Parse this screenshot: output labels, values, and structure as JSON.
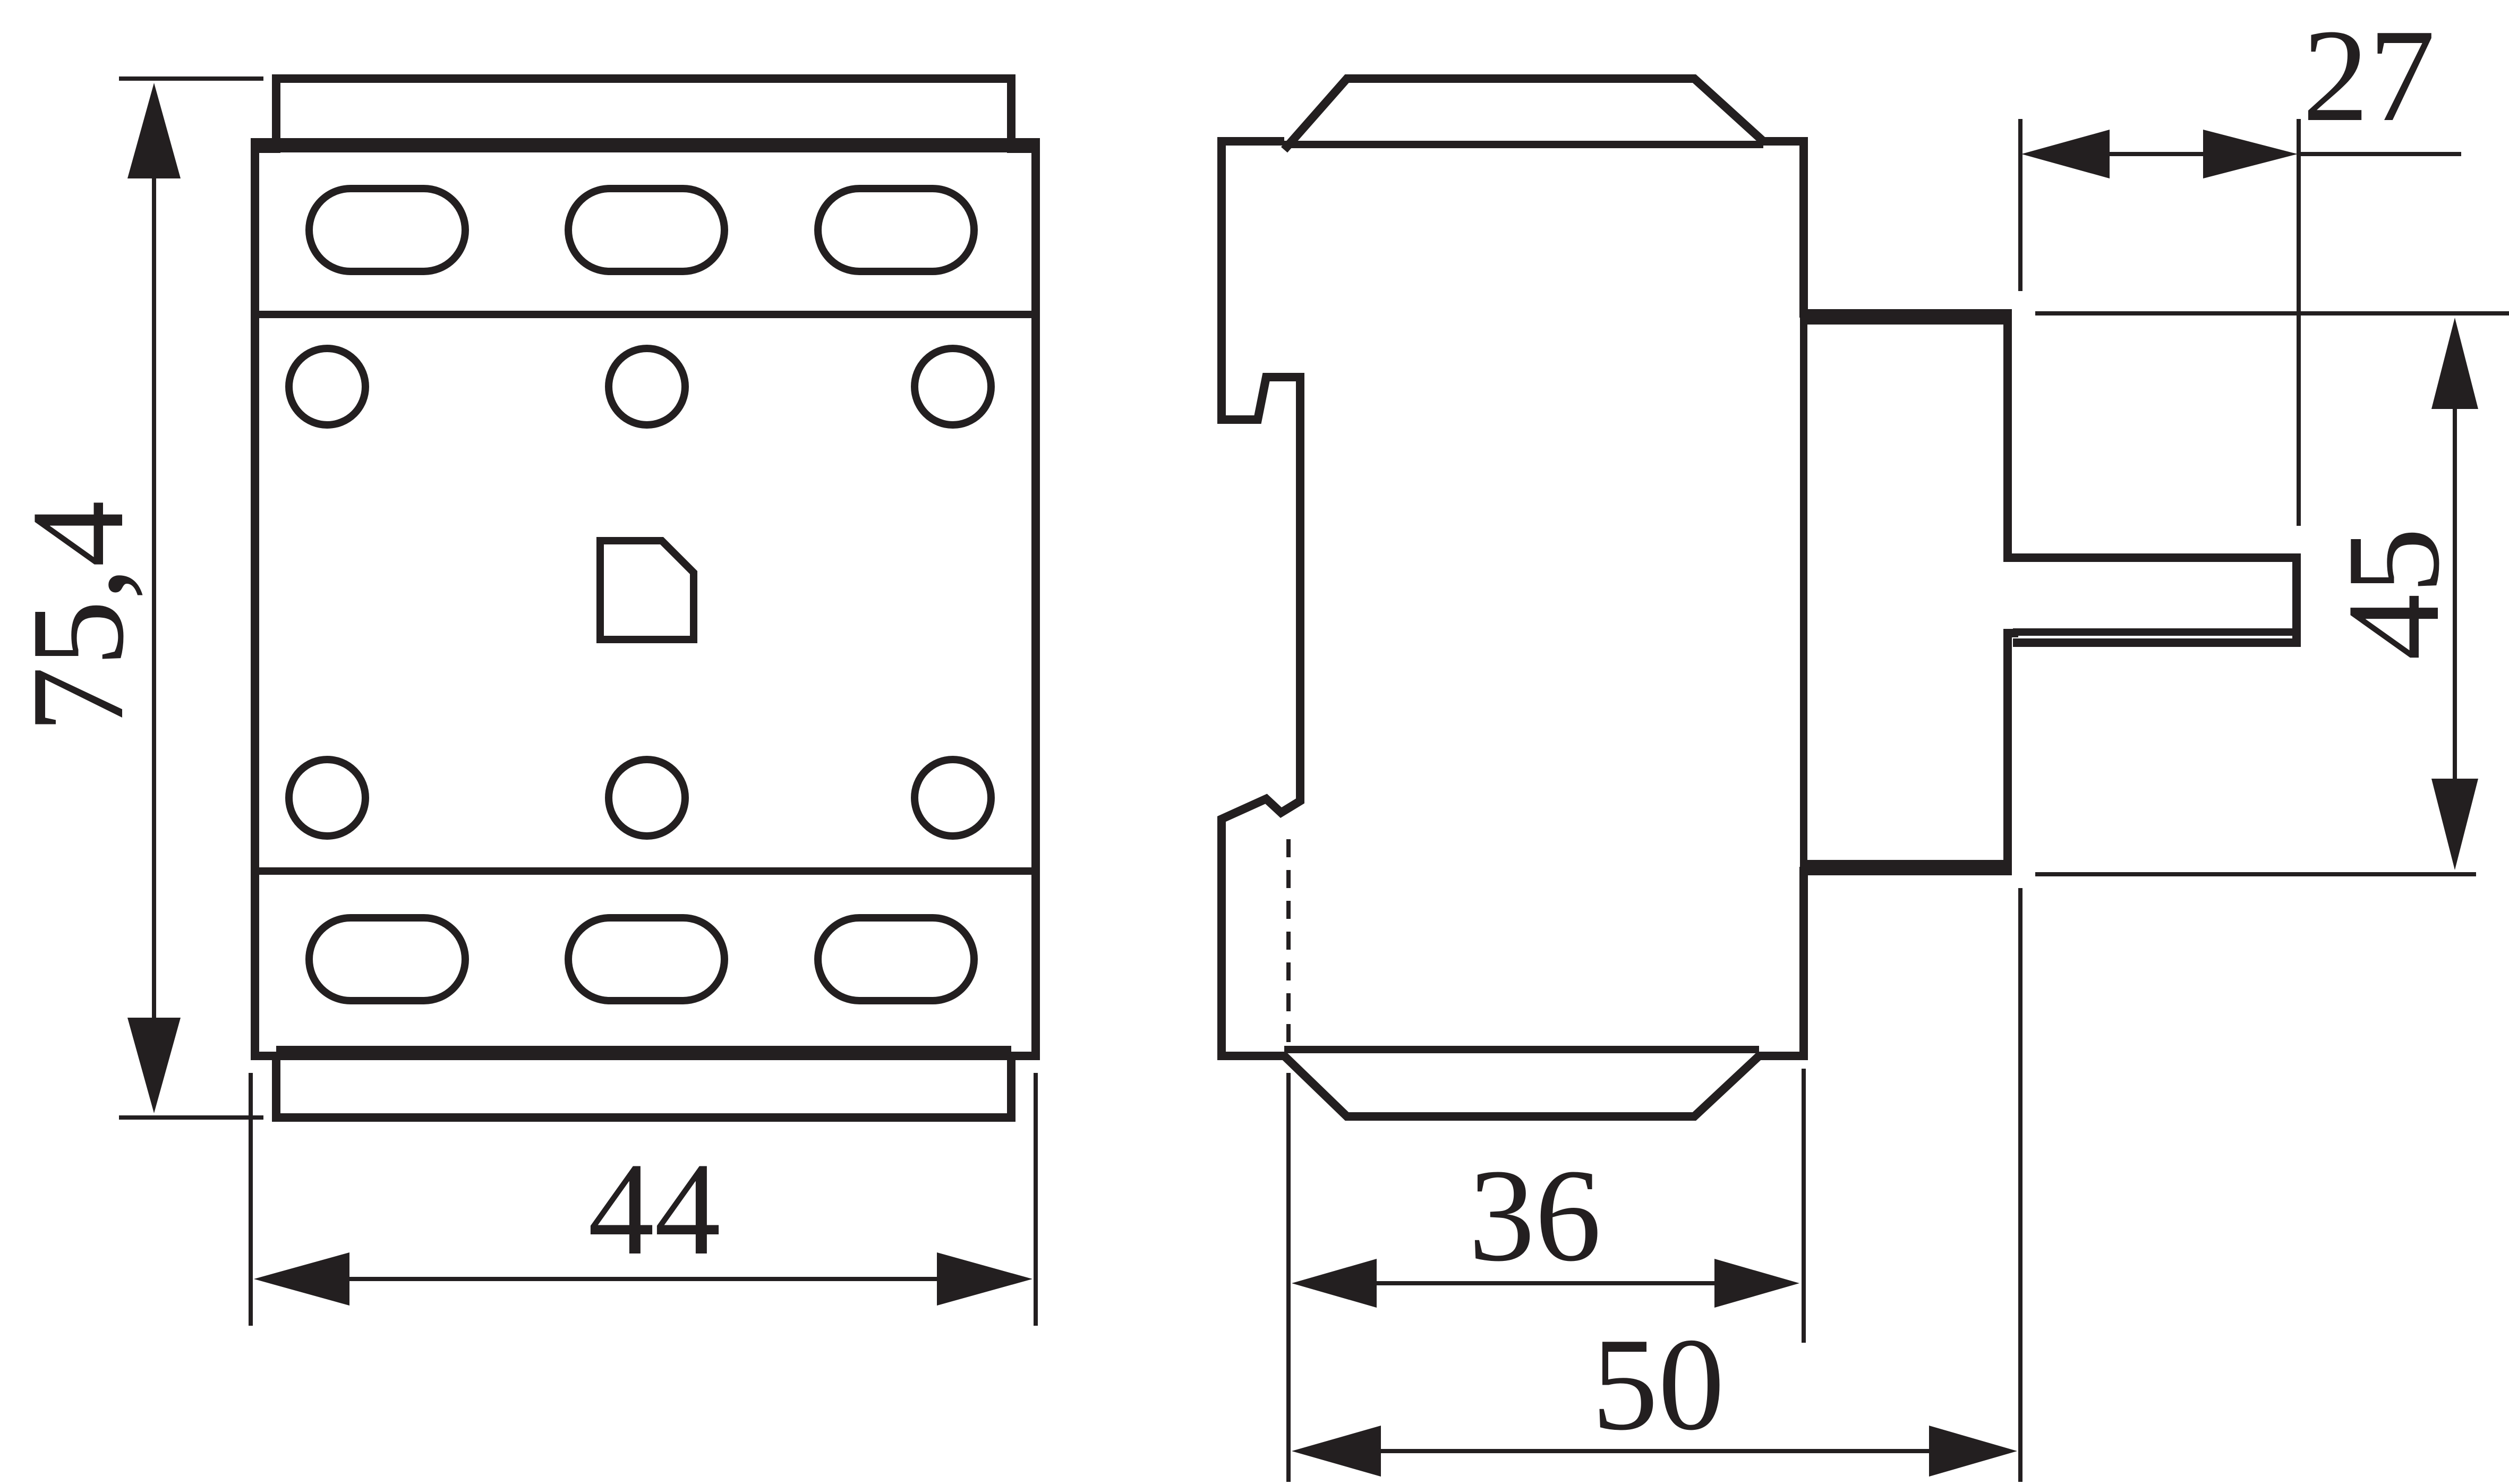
{
  "drawing": {
    "front_view": {
      "width_label": "44",
      "height_label": "75,4"
    },
    "side_view": {
      "depth_label_inner": "36",
      "depth_label_total": "50",
      "panel_height_label": "45",
      "offset_label": "27"
    }
  }
}
